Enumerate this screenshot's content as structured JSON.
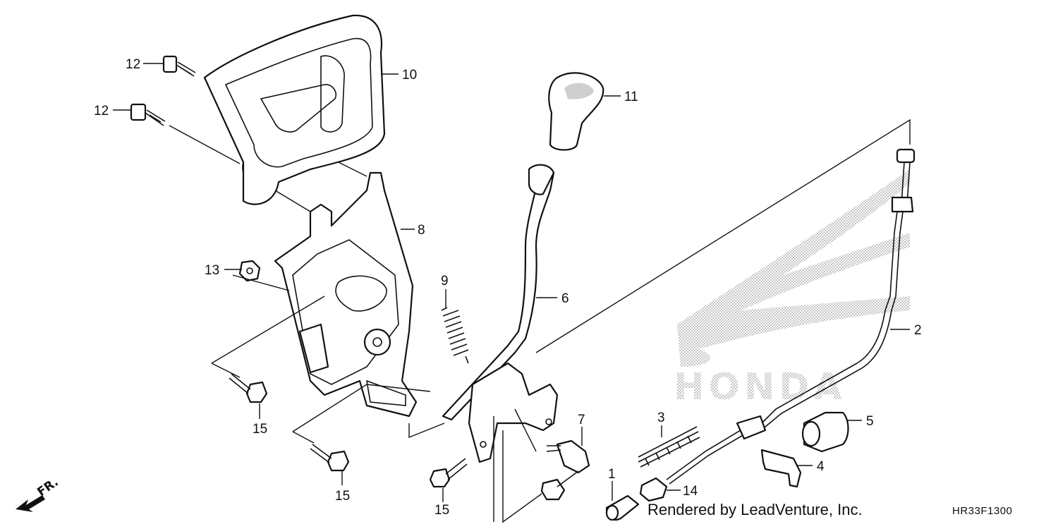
{
  "diagram": {
    "callouts": {
      "c1": "1",
      "c2": "2",
      "c3": "3",
      "c4": "4",
      "c5": "5",
      "c6": "6",
      "c7": "7",
      "c8": "8",
      "c9": "9",
      "c10": "10",
      "c11": "11",
      "c12a": "12",
      "c12b": "12",
      "c13": "13",
      "c14": "14",
      "c15a": "15",
      "c15b": "15",
      "c15c": "15"
    },
    "watermark_text": "HONDA",
    "front_marker": "FR."
  },
  "footer": {
    "credit": "Rendered by LeadVenture, Inc.",
    "code": "HR33F1300"
  },
  "colors": {
    "line": "#111111",
    "watermark": "#c8c8c8",
    "background": "#ffffff"
  }
}
